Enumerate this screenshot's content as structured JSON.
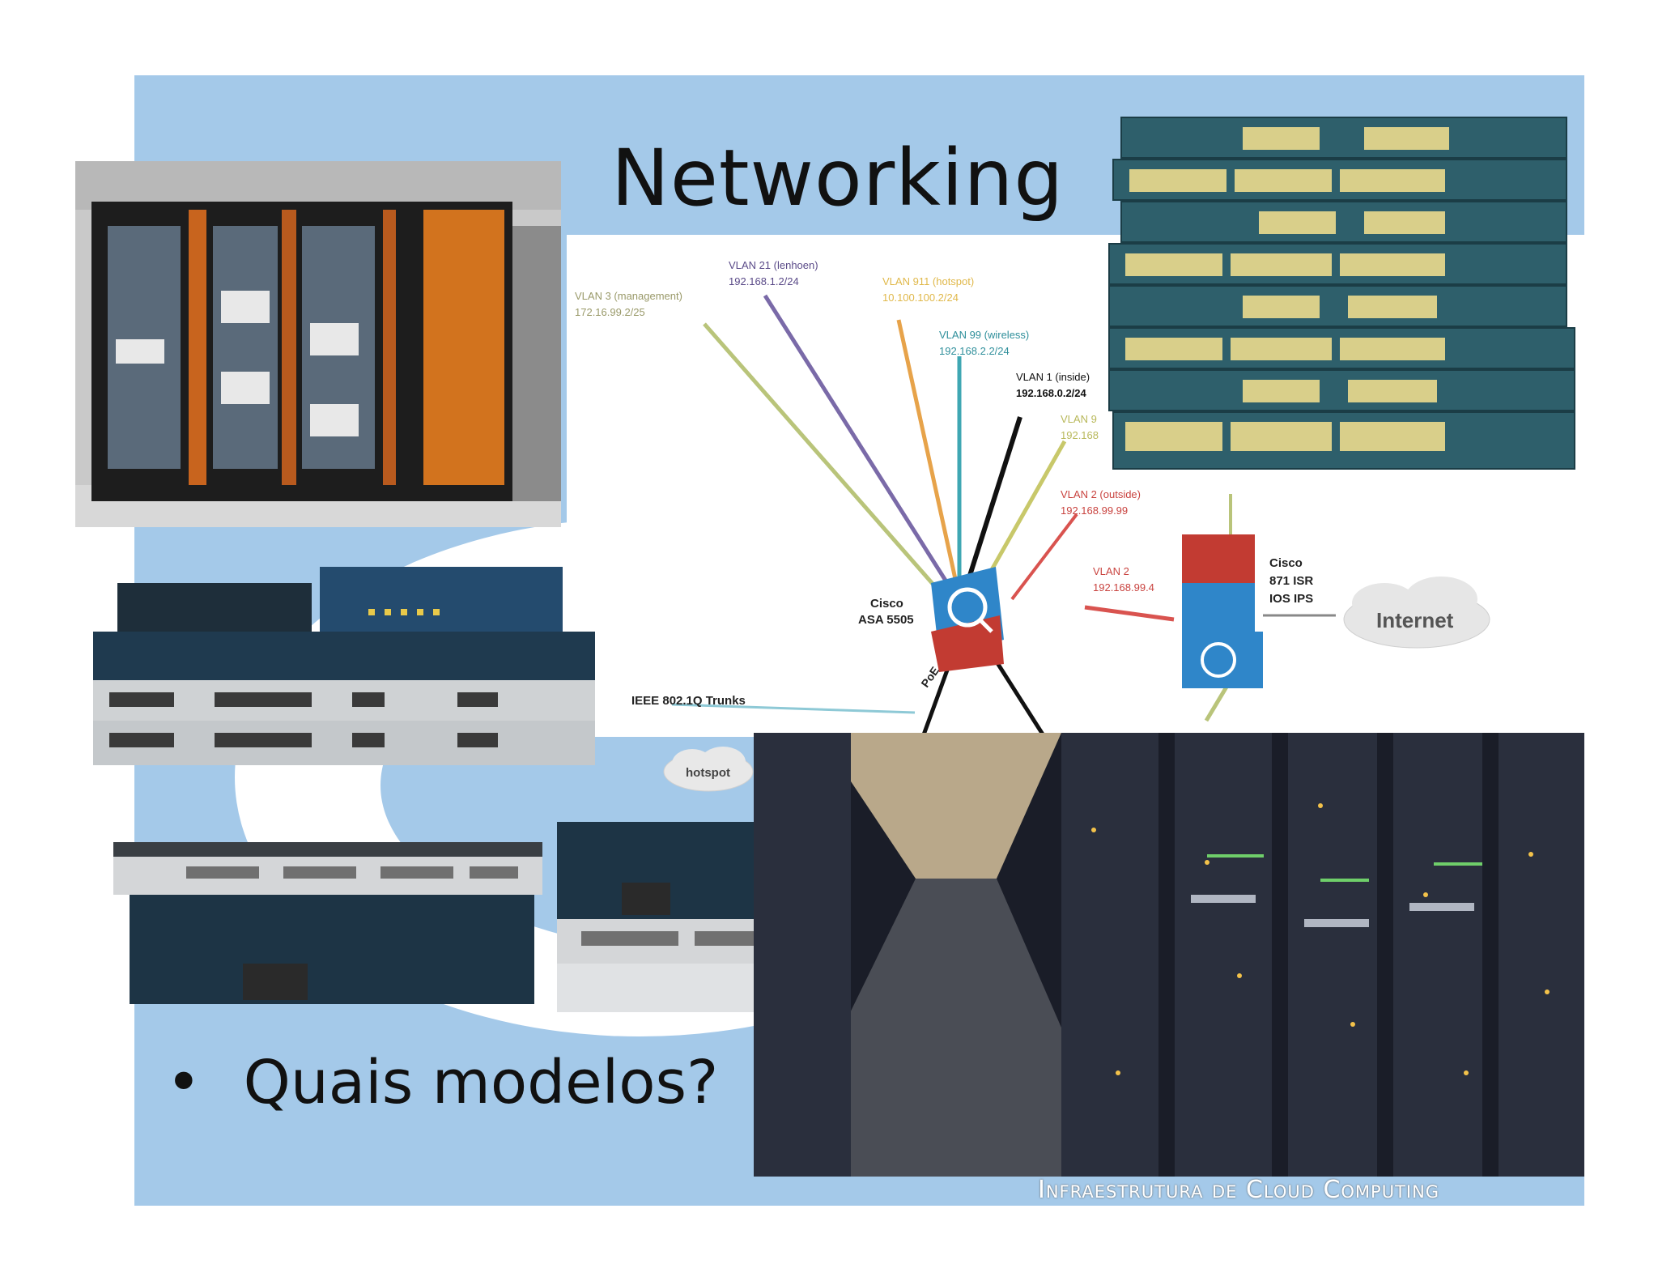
{
  "slide": {
    "title": "Networking",
    "bullet": "Quais modelos?",
    "bullet_marker": "•",
    "footer": "Infraestrutura de Cloud Computing"
  },
  "diagram": {
    "vlans": [
      {
        "label": "VLAN 3 (management)",
        "ip": "172.16.99.2/25",
        "color": "#b9c47a"
      },
      {
        "label": "VLAN 21 (lenhoen)",
        "ip": "192.168.1.2/24",
        "color": "#7a6aa8"
      },
      {
        "label": "VLAN 911 (hotspot)",
        "ip": "10.100.100.2/24",
        "color": "#e7c45a"
      },
      {
        "label": "VLAN 99 (wireless)",
        "ip": "192.168.2.2/24",
        "color": "#3fa7b3"
      },
      {
        "label": "VLAN 1 (inside)",
        "ip": "192.168.0.2/24",
        "color": "#111111"
      },
      {
        "label": "VLAN 9",
        "ip": "192.168",
        "color": "#c8c86a"
      },
      {
        "label": "VLAN 2 (outside)",
        "ip": "192.168.99.99",
        "color": "#d9534f"
      },
      {
        "label": "VLAN 2",
        "ip": "192.168.99.4",
        "color": "#d9534f"
      }
    ],
    "asa_label_1": "Cisco",
    "asa_label_2": "ASA 5505",
    "isr_label_1": "Cisco",
    "isr_label_2": "871 ISR",
    "isr_label_3": "IOS IPS",
    "internet_label": "Internet",
    "trunks_label": "IEEE 802.1Q Trunks",
    "hotspot_label": "hotspot",
    "poe_label": "PoE"
  },
  "colors": {
    "slide_blue": "#a4c9e9",
    "switch_teal": "#2e5f6b",
    "device_navy": "#1f3a4f"
  }
}
